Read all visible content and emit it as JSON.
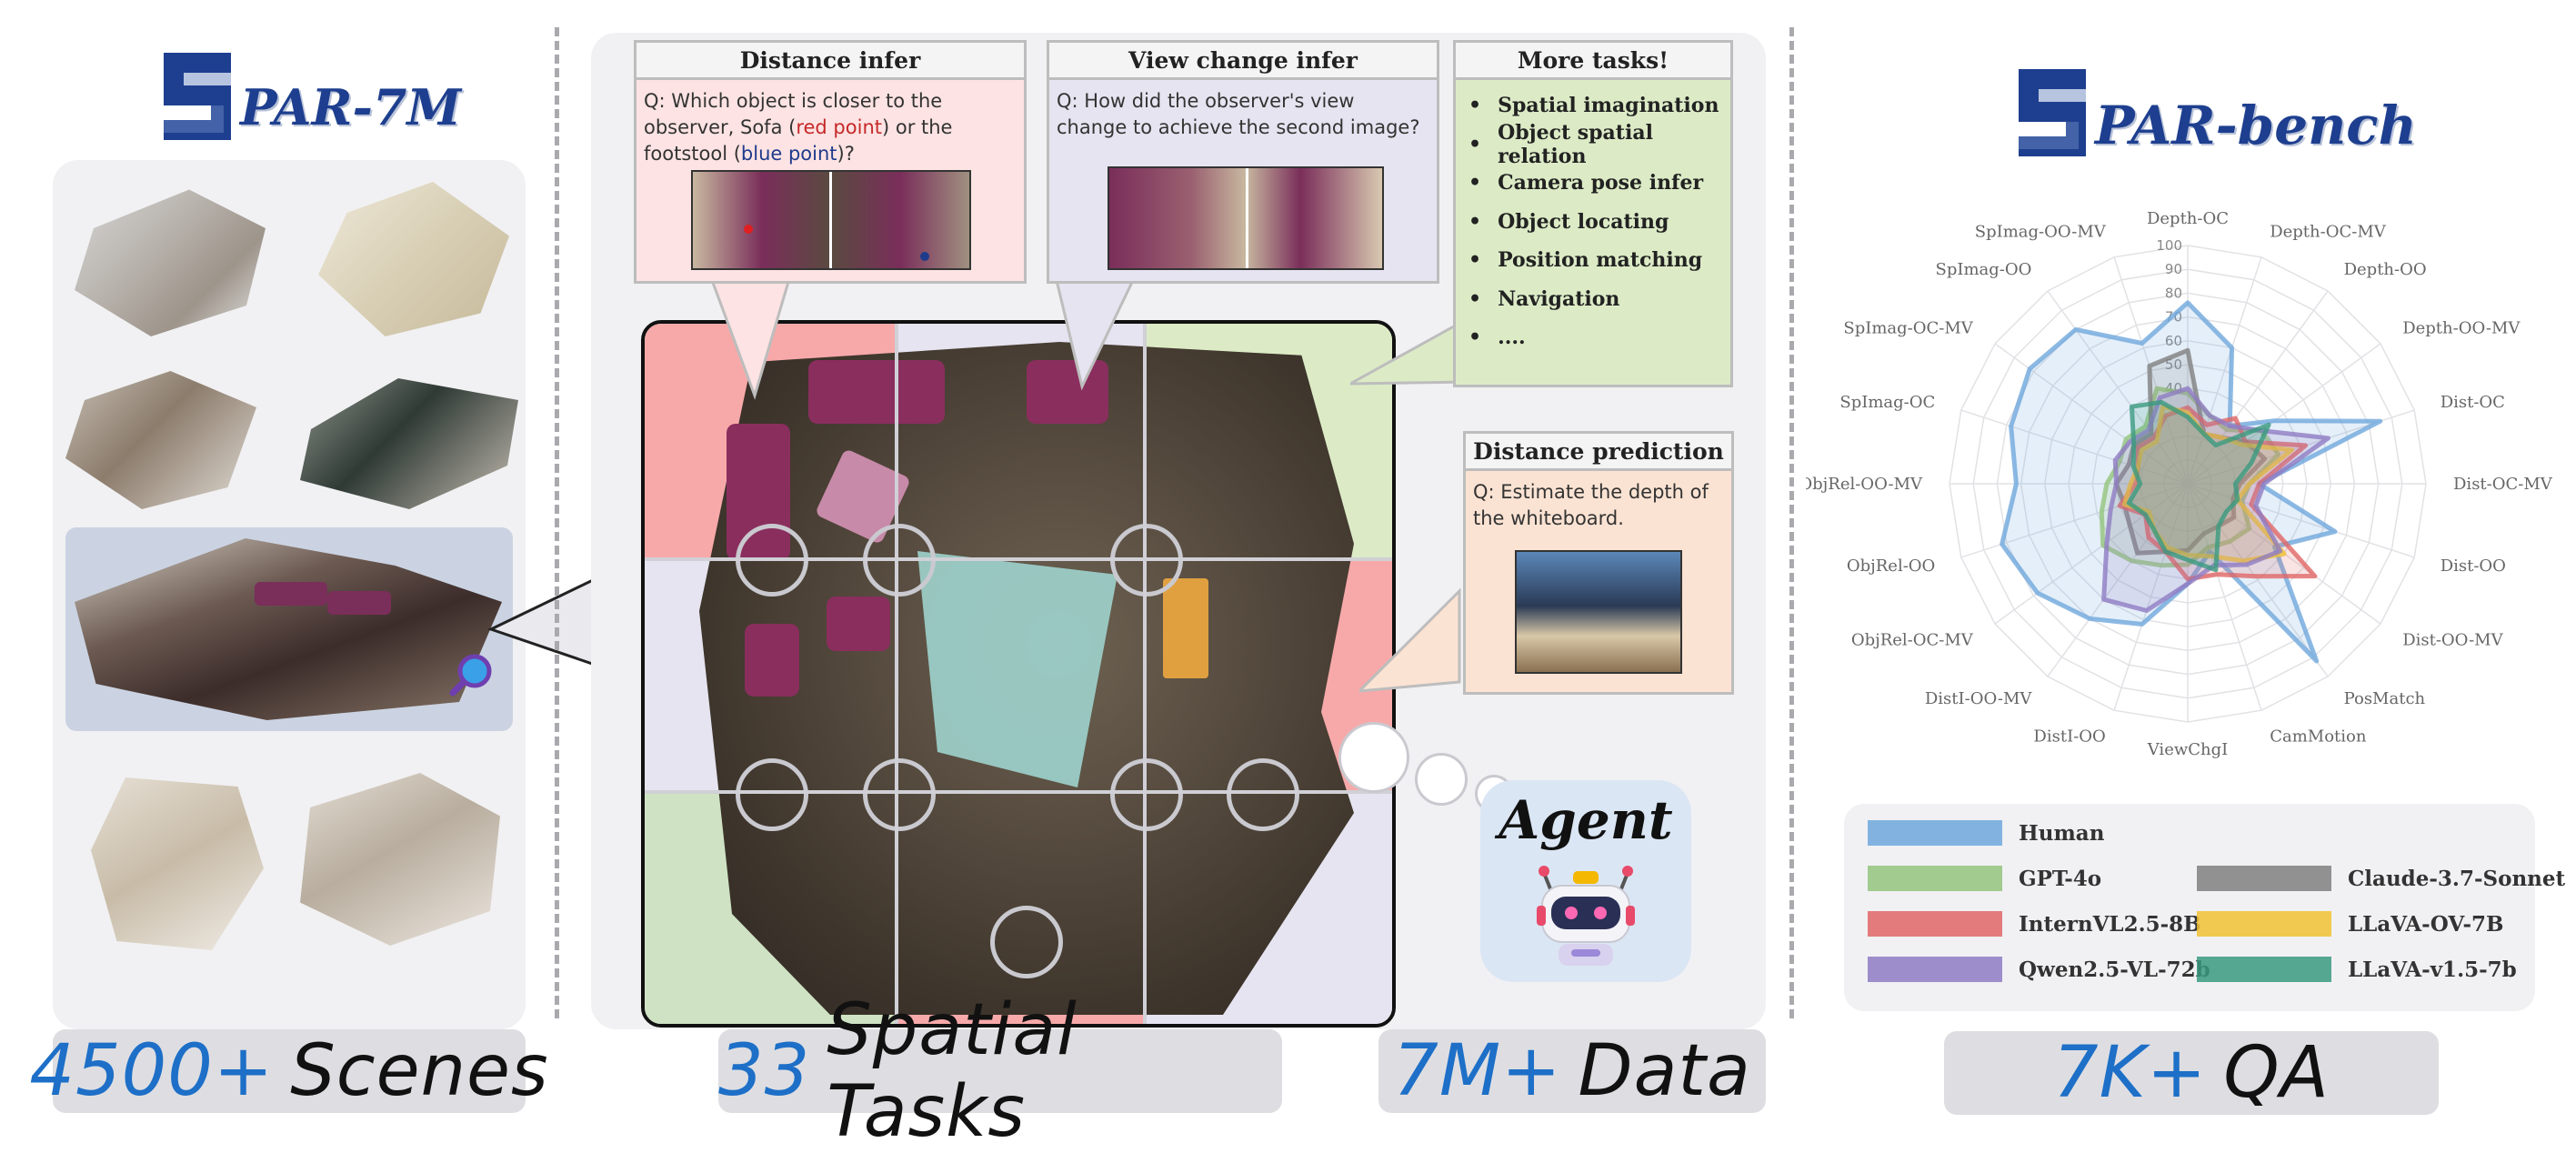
{
  "left": {
    "logo_mark": "S",
    "logo_text": "PAR-7M",
    "footer_number": "4500+",
    "footer_text": "Scenes"
  },
  "middle": {
    "cards": [
      {
        "title": "Distance infer",
        "question_parts": [
          "Q: Which object is closer to the observer, Sofa (",
          "red point",
          ") or the footstool (",
          "blue point",
          ")?"
        ]
      },
      {
        "title": "View change infer",
        "question": "Q: How did the observer's view change to achieve the second image?"
      },
      {
        "title": "More tasks!",
        "items": [
          "Spatial imagination",
          "Object spatial relation",
          "Camera pose infer",
          "Object locating",
          "Position matching",
          "Navigation",
          "...."
        ]
      },
      {
        "title": "Distance prediction",
        "question": "Q: Estimate the depth of the whiteboard."
      }
    ],
    "agent_label": "Agent",
    "footer_tasks_number": "33",
    "footer_tasks_text": "Spatial Tasks",
    "footer_data_number": "7M+",
    "footer_data_text": "Data"
  },
  "right": {
    "logo_mark": "S",
    "logo_text": "PAR-bench",
    "footer_number": "7K+",
    "footer_text": "QA"
  },
  "colors": {
    "accent_blue": "#1d6fc7",
    "logo_blue": "#1e3f8f",
    "card_pink": "#fde3e3",
    "card_lavender": "#e6e4f0",
    "card_green": "#dcebc6",
    "card_peach": "#fbe3d3"
  },
  "chart_data": {
    "type": "radar",
    "axis_range": [
      0,
      100
    ],
    "ticks": [
      40,
      50,
      60,
      70,
      80,
      90,
      100
    ],
    "axes": [
      "Depth-OC",
      "Depth-OC-MV",
      "Depth-OO",
      "Depth-OO-MV",
      "Dist-OC",
      "Dist-OC-MV",
      "Dist-OO",
      "Dist-OO-MV",
      "PosMatch",
      "CamMotion",
      "ViewChgI",
      "DistI-OO",
      "DistI-OO-MV",
      "ObjRel-OC-MV",
      "ObjRel-OO",
      "ObjRel-OO-MV",
      "SpImag-OC",
      "SpImag-OC-MV",
      "SpImag-OO",
      "SpImag-OO-MV"
    ],
    "series": [
      {
        "name": "Human",
        "color": "#6fa8dc",
        "values": [
          76,
          60,
          30,
          45,
          85,
          30,
          65,
          45,
          92,
          30,
          42,
          62,
          70,
          78,
          82,
          72,
          78,
          82,
          80,
          62
        ]
      },
      {
        "name": "GPT-4o",
        "color": "#93c47d",
        "values": [
          38,
          30,
          28,
          38,
          40,
          26,
          24,
          32,
          30,
          28,
          34,
          36,
          40,
          44,
          38,
          34,
          30,
          32,
          30,
          42
        ]
      },
      {
        "name": "Claude-3.7-Sonnet",
        "color": "#808080",
        "values": [
          56,
          22,
          24,
          30,
          34,
          22,
          20,
          24,
          22,
          22,
          28,
          30,
          36,
          30,
          28,
          30,
          26,
          28,
          26,
          52
        ]
      },
      {
        "name": "InternVL2.5-8B",
        "color": "#e06666",
        "values": [
          32,
          26,
          34,
          30,
          52,
          30,
          28,
          66,
          48,
          40,
          40,
          30,
          28,
          22,
          30,
          22,
          22,
          26,
          24,
          30
        ]
      },
      {
        "name": "LLaVA-OV-7B",
        "color": "#f1c232",
        "values": [
          30,
          22,
          24,
          28,
          46,
          26,
          22,
          50,
          40,
          32,
          30,
          28,
          24,
          20,
          28,
          24,
          22,
          24,
          22,
          34
        ]
      },
      {
        "name": "Qwen2.5-VL-72b",
        "color": "#8e7cc3",
        "values": [
          40,
          30,
          30,
          38,
          62,
          32,
          30,
          48,
          42,
          36,
          42,
          56,
          60,
          42,
          34,
          30,
          32,
          30,
          28,
          38
        ]
      },
      {
        "name": "LLaVA-v1.5-7b",
        "color": "#3a9a80",
        "values": [
          28,
          22,
          20,
          42,
          28,
          20,
          22,
          20,
          22,
          38,
          32,
          30,
          24,
          22,
          26,
          20,
          24,
          28,
          40,
          36
        ]
      }
    ],
    "legend_placement": "bottom",
    "grid": true
  }
}
